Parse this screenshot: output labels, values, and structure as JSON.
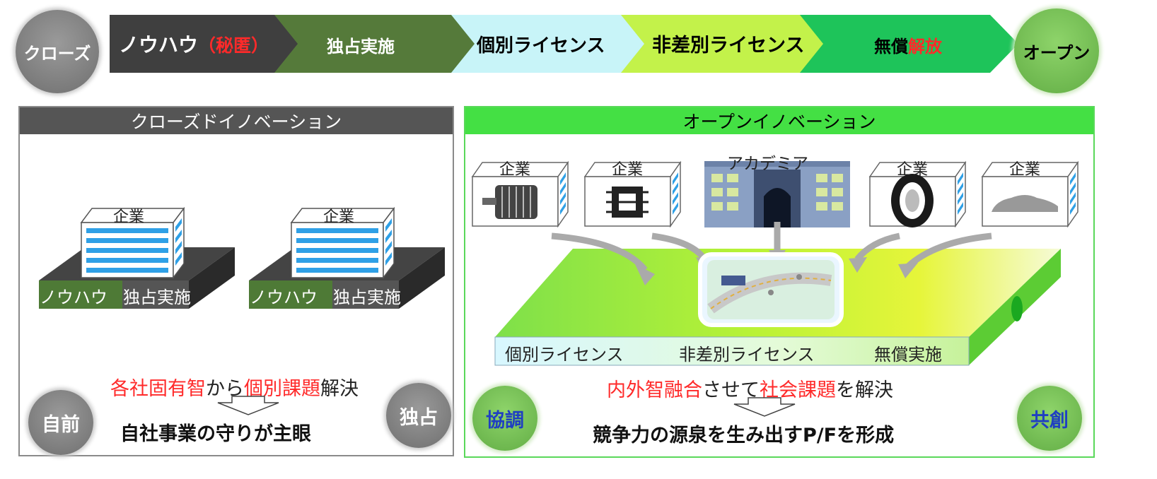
{
  "spectrum": {
    "left_circle": "クローズ",
    "right_circle": "オープン",
    "stages": [
      {
        "text": "ノウハウ",
        "red": "（秘匿）",
        "fill": "#3f3f3f",
        "color": "#ffffff"
      },
      {
        "text": "独占実施",
        "red": "",
        "fill": "#557a3a",
        "color": "#ffffff"
      },
      {
        "text": "個別ライセンス",
        "red": "",
        "fill": "#c8f4f8",
        "color": "#000000"
      },
      {
        "text": "非差別ライセンス",
        "red": "",
        "fill": "#c3f24a",
        "color": "#000000"
      },
      {
        "text": "無償",
        "red": "解放",
        "fill": "#1ec45a",
        "color": "#000000"
      }
    ]
  },
  "closed_panel": {
    "title": "クローズドイノベーション",
    "company_label": "企業",
    "base_left": "ノウハウ",
    "base_right": "独占実施",
    "caption": {
      "red1": "各社固有智",
      "black1": "から",
      "red2": "個別課題",
      "black2": "解決"
    },
    "conclusion": "自社事業の守りが主眼",
    "left_circle": "自前",
    "right_circle": "独占"
  },
  "open_panel": {
    "title": "オープンイノベーション",
    "company_label": "企業",
    "academia_label": "アカデミア",
    "platform_labels": [
      "個別ライセンス",
      "非差別ライセンス",
      "無償実施"
    ],
    "caption": {
      "red1": "内外智融合",
      "black1": "させて",
      "red2": "社会課題",
      "black2": "を解決"
    },
    "conclusion": "競争力の源泉を生み出すP/Fを形成",
    "left_circle": "協調",
    "right_circle": "共創"
  },
  "colors": {
    "dark_gray": "#3f3f3f",
    "green_title": "#44e044",
    "red": "#ff2a2a",
    "blue": "#1f3fc2",
    "building_stripe": "#2fa0e6"
  }
}
